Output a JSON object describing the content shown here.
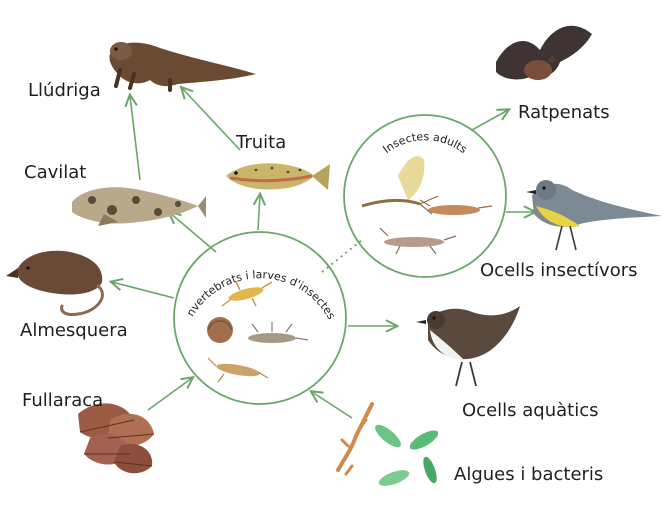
{
  "nodes": {
    "lludriga": "Llúdriga",
    "truita": "Truita",
    "cavilat": "Cavilat",
    "almesquera": "Almesquera",
    "fullaraca": "Fullaraca",
    "ratpenats": "Ratpenats",
    "ocells_insectivors": "Ocells insectívors",
    "ocells_aquatics": "Ocells aquàtics",
    "algues_bacteris": "Algues i bacteris"
  },
  "circles": {
    "invertebrats": "Invertebrats i larves d'insectes",
    "insectes_adults": "Insectes adults"
  },
  "colors": {
    "arrow": "#6aa66a",
    "circle": "#6aa66a",
    "dotted": "#6aa66a"
  }
}
